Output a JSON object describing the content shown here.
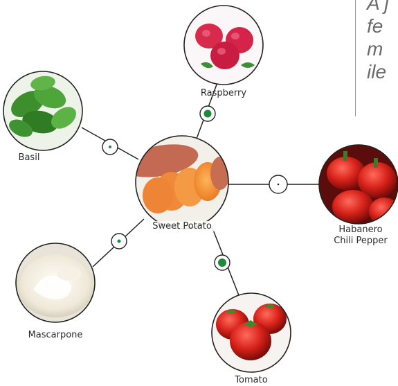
{
  "center": {
    "label": "Sweet Potato"
  },
  "ingredients": [
    {
      "id": "raspberry",
      "label": "Raspberry"
    },
    {
      "id": "basil",
      "label": "Basil"
    },
    {
      "id": "habanero",
      "label_line1": "Habanero",
      "label_line2": "Chili Pepper"
    },
    {
      "id": "mascarpone",
      "label": "Mascarpone"
    },
    {
      "id": "tomato",
      "label": "Tomato"
    }
  ],
  "quote_fragments": [
    "A j",
    "fe",
    "m",
    "ile"
  ],
  "colors": {
    "connector": "#222222",
    "dot": "#1e8a3c",
    "label": "#2b2b2b"
  }
}
